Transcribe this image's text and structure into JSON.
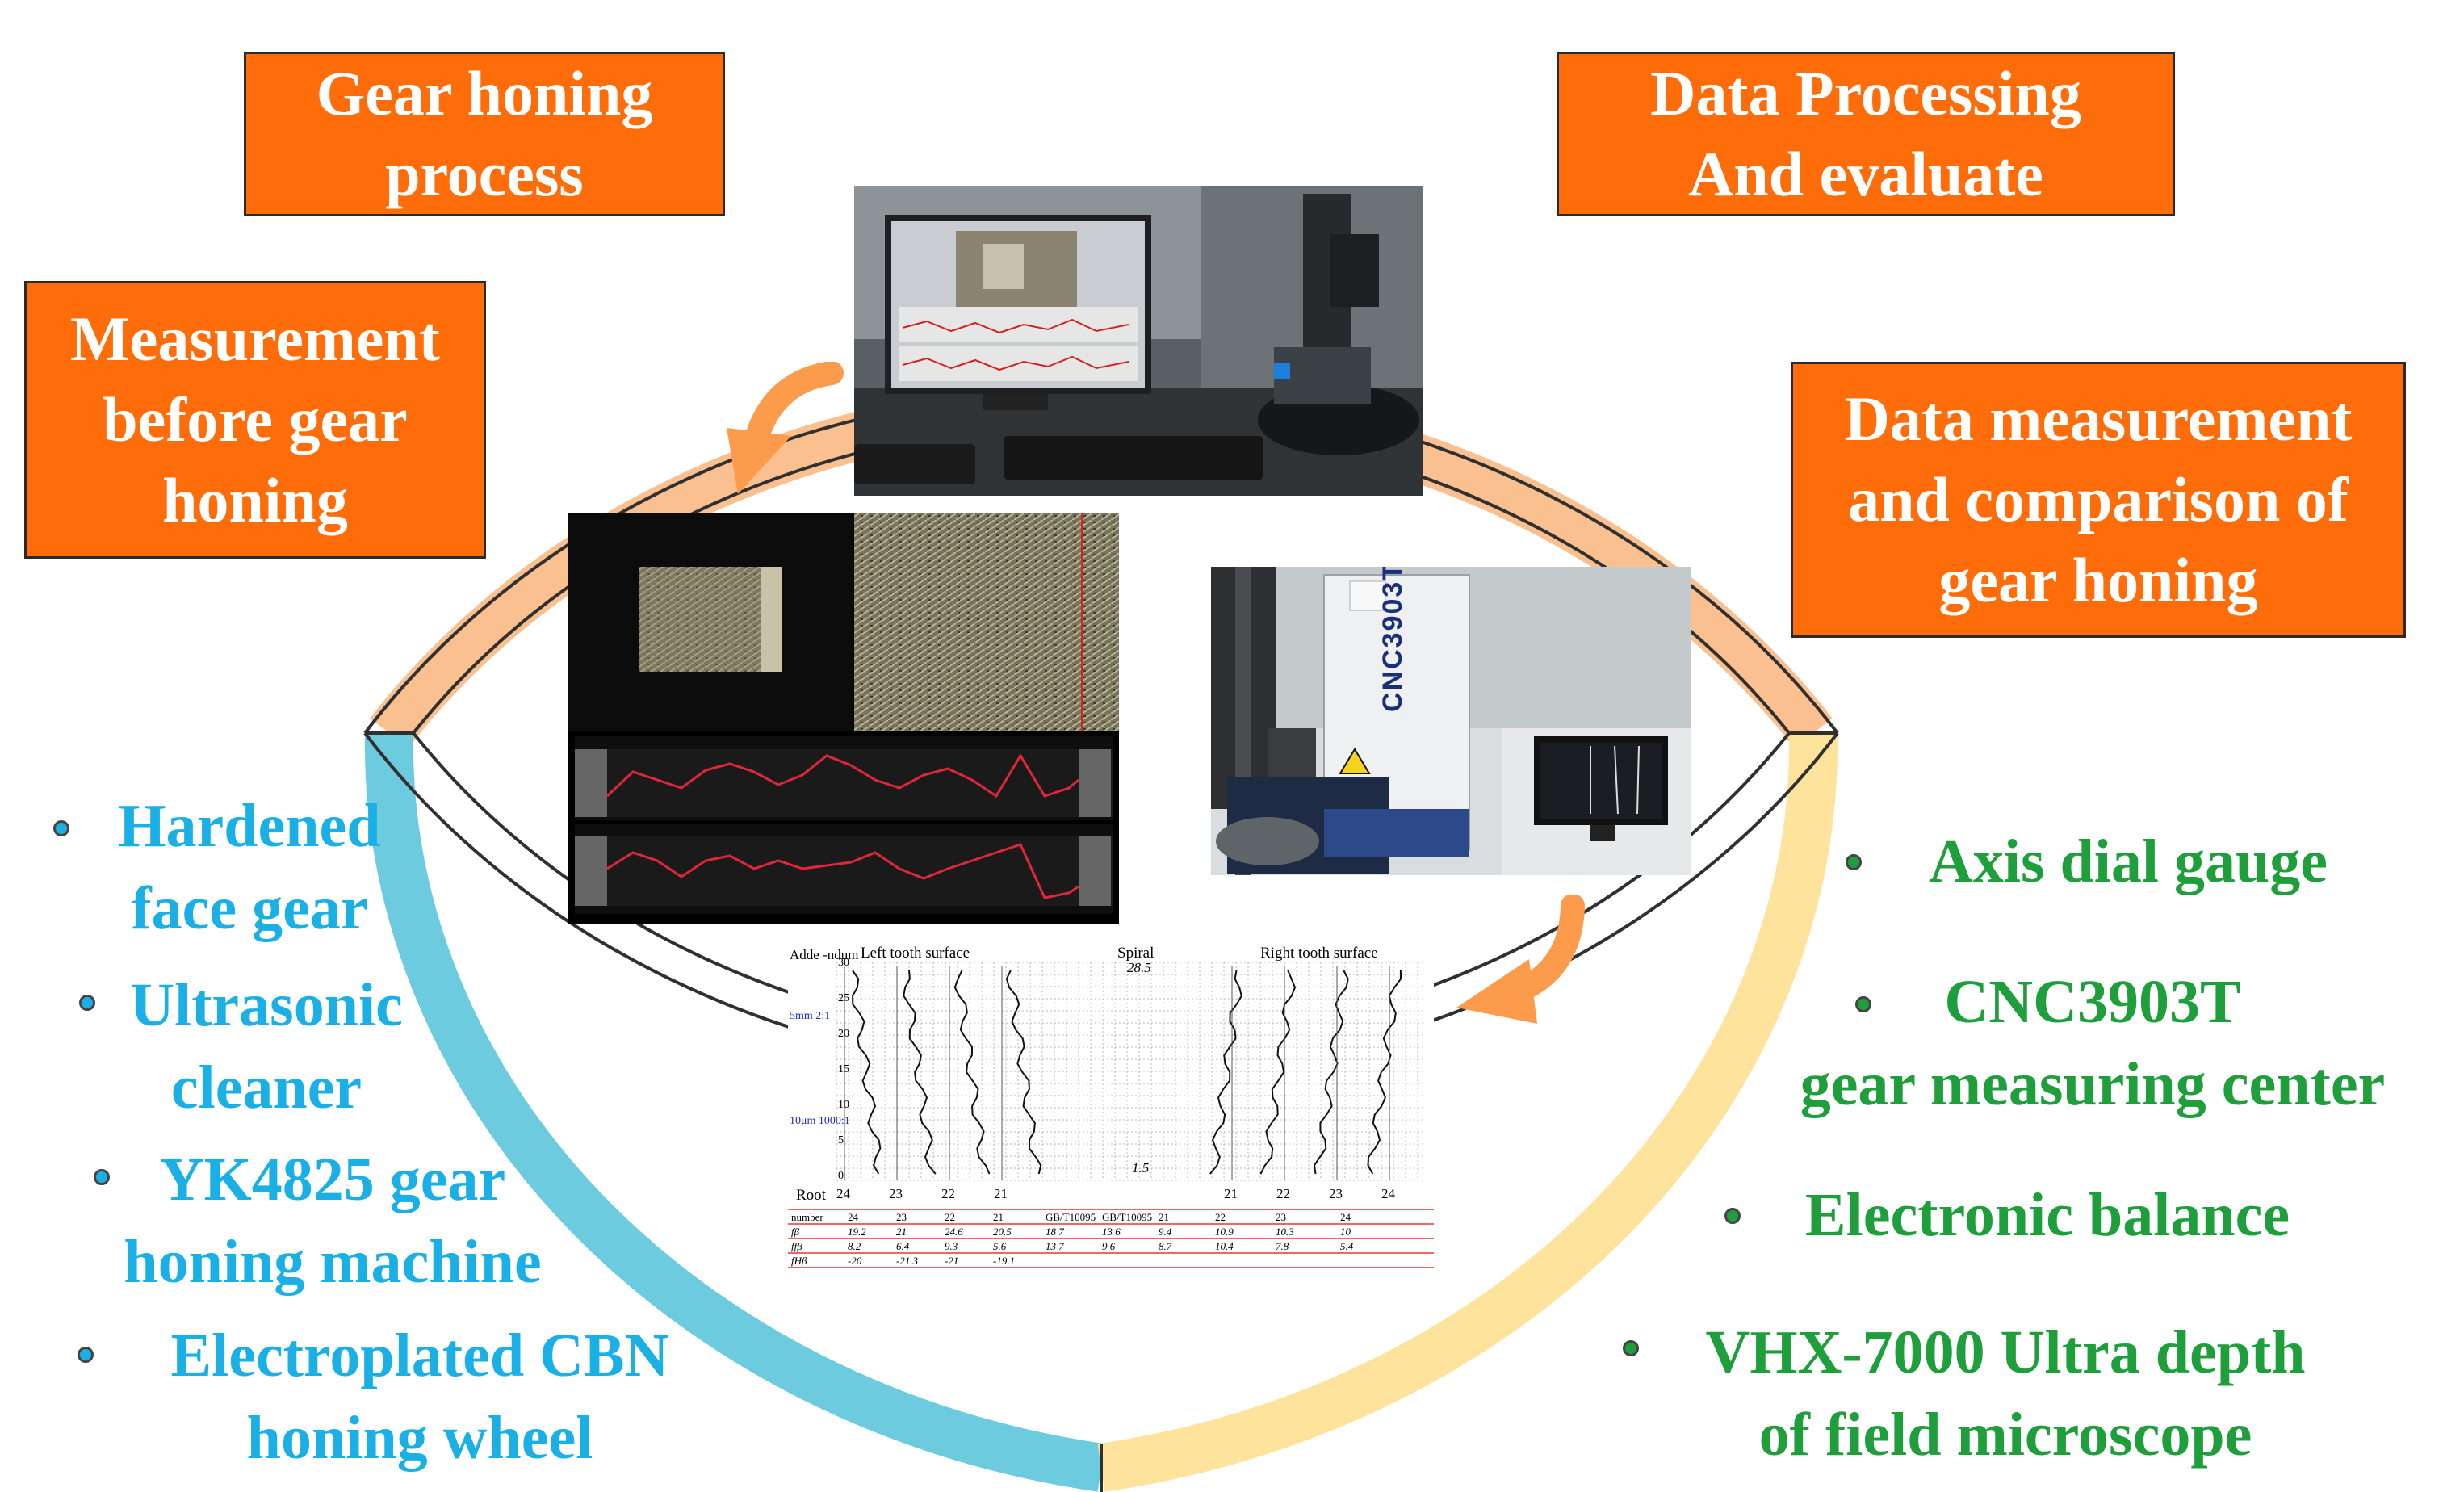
{
  "diagram": {
    "top_left_box": [
      "Gear honing",
      "process"
    ],
    "top_right_box": [
      "Data Processing",
      "And evaluate"
    ],
    "left_box": [
      "Measurement",
      "before gear",
      "honing"
    ],
    "right_box": [
      "Data measurement",
      "and comparison of",
      "gear honing"
    ],
    "materials": [
      [
        "Hardened",
        "face gear"
      ],
      [
        "Ultrasonic",
        "cleaner"
      ],
      [
        "YK4825 gear",
        "honing machine"
      ],
      [
        "Electroplated CBN",
        "honing wheel"
      ]
    ],
    "instruments": [
      [
        "Axis dial gauge"
      ],
      [
        "CNC3903T",
        "gear measuring center"
      ],
      [
        "Electronic balance"
      ],
      [
        "VHX-7000 Ultra depth",
        "of field microscope"
      ]
    ],
    "colors": {
      "ring_top": "#fac090",
      "ring_bottom_left": "#6dcbe0",
      "ring_bottom_right": "#fde39b",
      "box_fill": "#ff6d0a",
      "arrow": "#fd9b4d"
    },
    "machine_brand": "CNC3903T",
    "chart_labels": {
      "left": "Left tooth surface",
      "spiral": "Spiral",
      "spiral_value": "28.5",
      "right": "Right tooth surface",
      "addendum": "Adde -ndum",
      "root": "Root",
      "scale1": "5mm 2:1",
      "scale2": "10μm 1000:1",
      "low_value": "1.5",
      "teeth": [
        "24",
        "23",
        "22",
        "21",
        "21",
        "22",
        "23",
        "24"
      ],
      "y_ticks": [
        "30",
        "25",
        "20",
        "15",
        "10",
        "5",
        "0"
      ],
      "table_header": [
        "number",
        "24",
        "23",
        "22",
        "21",
        "GB/T10095",
        "GB/T10095",
        "21",
        "22",
        "23",
        "24"
      ],
      "table_rows": [
        [
          "fβ",
          "19.2",
          "21",
          "24.6",
          "20.5",
          "18 7",
          "13 6",
          "9.4",
          "10.9",
          "10.3",
          "10"
        ],
        [
          "ffβ",
          "8.2",
          "6.4",
          "9.3",
          "5.6",
          "13 7",
          "9 6",
          "8.7",
          "10.4",
          "7.8",
          "5.4"
        ],
        [
          "fHβ",
          "-20",
          "-21.3",
          "-21",
          "-19.1",
          "",
          "",
          "",
          "",
          "",
          ""
        ]
      ]
    }
  }
}
